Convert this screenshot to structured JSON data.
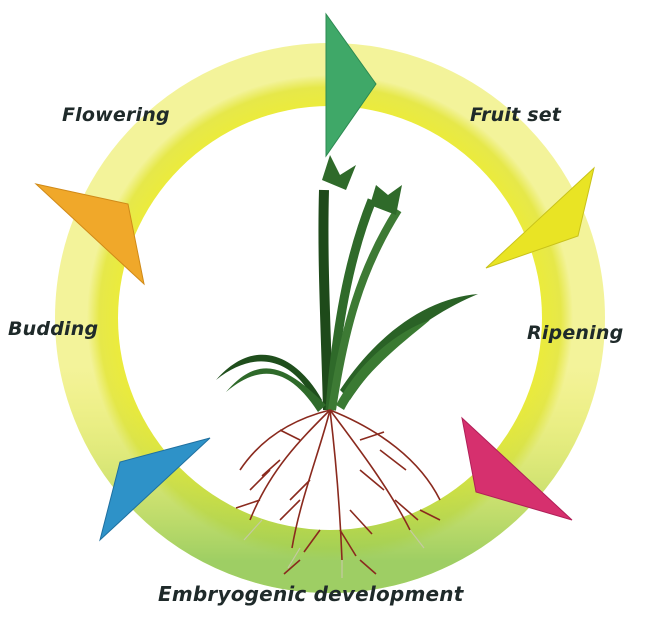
{
  "stages": {
    "flowering": "Flowering",
    "fruit_set": "Fruit set",
    "budding": "Budding",
    "ripening": "Ripening",
    "embryogenic_development": "Embryogenic development"
  },
  "colors": {
    "ring_outer": "#e8e82a",
    "ring_inner": "#f4f4a0",
    "ring_bottom": "#9ccf5a",
    "arrow_top": "#3aa66a",
    "arrow_right_upper": "#e6df1e",
    "arrow_right_lower": "#d8307a",
    "arrow_left_lower": "#2e8fc8",
    "arrow_left_upper": "#eea42a",
    "leaf": "#2f6a2a",
    "root": "#8a2a1e"
  }
}
